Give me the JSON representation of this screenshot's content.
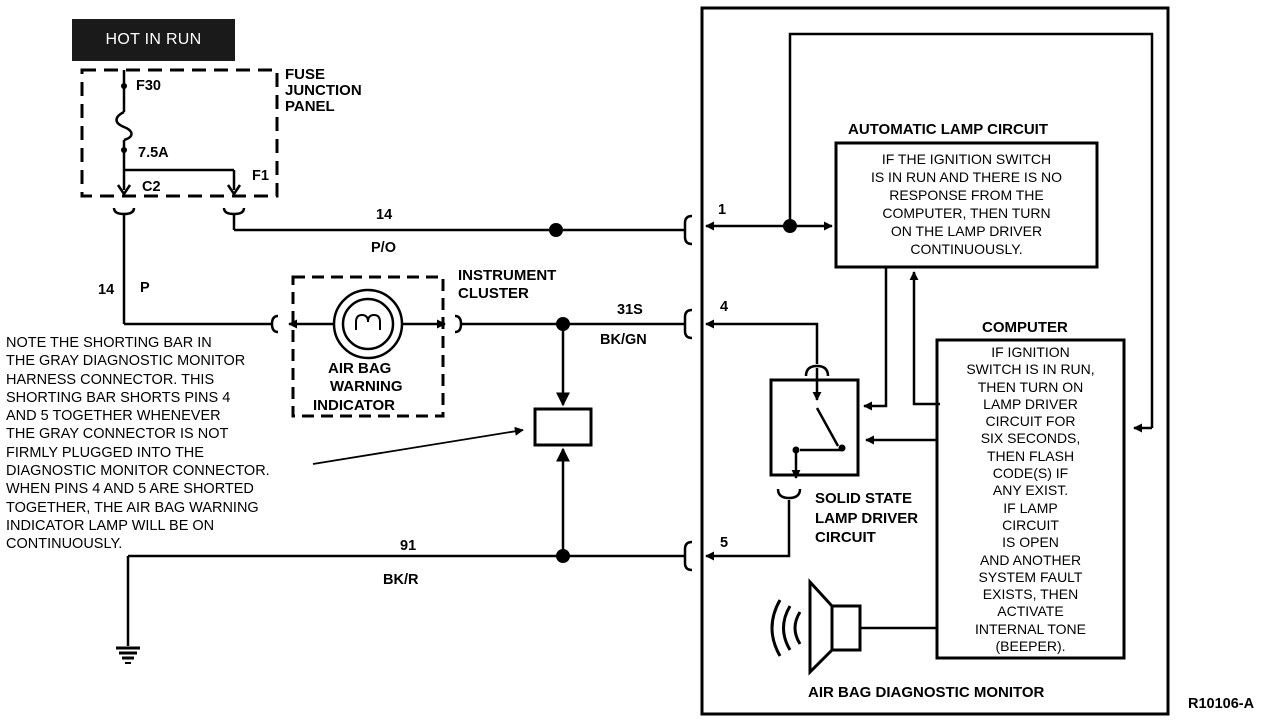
{
  "header": {
    "hot_in_run": "HOT IN RUN"
  },
  "fuse_panel": {
    "title": [
      "FUSE",
      "JUNCTION",
      "PANEL"
    ],
    "fuse_id": "F30",
    "fuse_rating": "7.5A",
    "connector_c2": "C2",
    "connector_f1": "F1"
  },
  "wires": {
    "w14_po_num": "14",
    "w14_po_color": "P/O",
    "w14_p_num": "14",
    "w14_p_color": "P",
    "w31s_num": "31S",
    "w31s_color": "BK/GN",
    "w91_num": "91",
    "w91_color": "BK/R"
  },
  "pins": {
    "pin1": "1",
    "pin4": "4",
    "pin5": "5"
  },
  "instrument_cluster": {
    "title": [
      "INSTRUMENT",
      "CLUSTER"
    ],
    "indicator": [
      "AIR BAG",
      "WARNING",
      "INDICATOR"
    ]
  },
  "note_text": "NOTE THE SHORTING BAR IN\nTHE  GRAY DIAGNOSTIC MONITOR\nHARNESS CONNECTOR. THIS\nSHORTING BAR SHORTS PINS 4\nAND 5 TOGETHER WHENEVER\nTHE GRAY CONNECTOR IS NOT\nFIRMLY PLUGGED INTO THE\nDIAGNOSTIC MONITOR CONNECTOR.\nWHEN PINS 4 AND 5 ARE SHORTED\nTOGETHER, THE AIR BAG WARNING\nINDICATOR LAMP WILL BE ON\nCONTINUOUSLY.",
  "auto_lamp": {
    "title": "AUTOMATIC LAMP CIRCUIT",
    "text": "IF THE IGNITION SWITCH\nIS IN RUN AND THERE IS NO\nRESPONSE FROM THE\nCOMPUTER, THEN TURN\nON THE LAMP DRIVER\nCONTINUOUSLY."
  },
  "computer": {
    "title": "COMPUTER",
    "text": "IF IGNITION\nSWITCH IS IN RUN,\nTHEN TURN ON\nLAMP DRIVER\nCIRCUIT FOR\nSIX SECONDS,\nTHEN FLASH\nCODE(S) IF\nANY EXIST.\nIF LAMP\nCIRCUIT\nIS OPEN\nAND ANOTHER\nSYSTEM FAULT\nEXISTS, THEN\nACTIVATE\nINTERNAL TONE\n(BEEPER)."
  },
  "lamp_driver": {
    "title": [
      "SOLID STATE",
      "LAMP DRIVER",
      "CIRCUIT"
    ]
  },
  "monitor": {
    "title": "AIR BAG DIAGNOSTIC MONITOR"
  },
  "figure_id": "R10106-A",
  "icons": [
    "fuse-icon",
    "lamp-bulb-icon",
    "shorting-bar-icon",
    "speaker-icon",
    "ground-icon",
    "switch-icon"
  ]
}
